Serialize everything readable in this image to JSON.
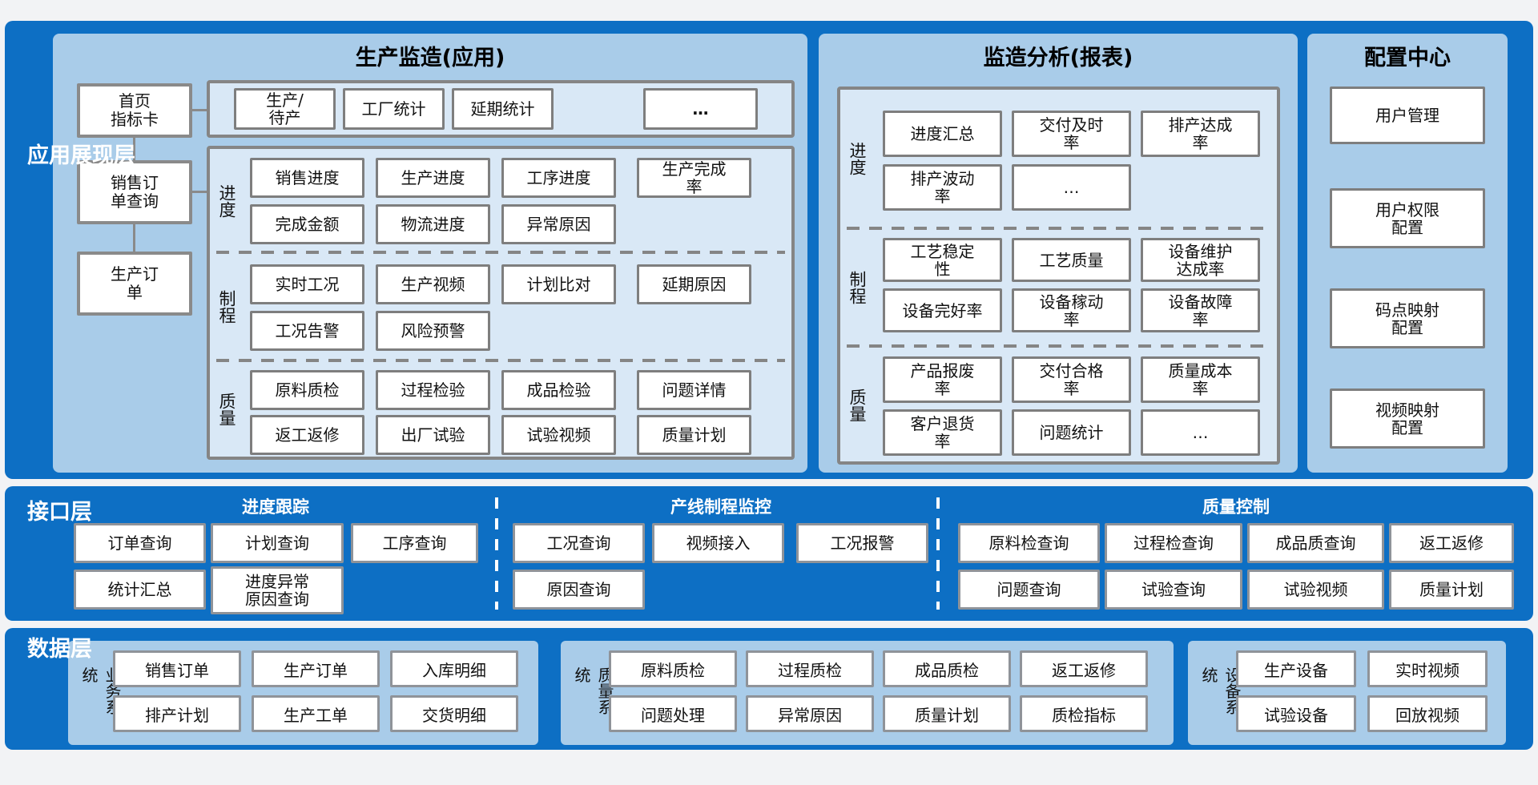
{
  "colors": {
    "band_blue": "#0d6fc4",
    "panel_light_blue": "#a9cce9",
    "subpanel_blue": "#d9e8f6",
    "box_border_gray": "#7e7e7e",
    "layer_label_white": "#ffffff"
  },
  "app_layer": {
    "label": "应用展现层",
    "cards": [
      "首页\n指标卡",
      "销售订\n单查询",
      "生产订\n单"
    ],
    "production_panel": {
      "title": "生产监造(应用)",
      "top_row": [
        "生产/\n待产",
        "工厂统计",
        "延期统计",
        "…"
      ],
      "sections": [
        {
          "label": "进度",
          "row1": [
            "销售进度",
            "生产进度",
            "工序进度",
            "生产完成\n率"
          ],
          "row2": [
            "完成金额",
            "物流进度",
            "异常原因"
          ]
        },
        {
          "label": "制程",
          "row1": [
            "实时工况",
            "生产视频",
            "计划比对",
            "延期原因"
          ],
          "row2": [
            "工况告警",
            "风险预警"
          ]
        },
        {
          "label": "质量",
          "row1": [
            "原料质检",
            "过程检验",
            "成品检验",
            "问题详情"
          ],
          "row2": [
            "返工返修",
            "出厂试验",
            "试验视频",
            "质量计划"
          ]
        }
      ]
    },
    "analysis_panel": {
      "title": "监造分析(报表)",
      "sections": [
        {
          "label": "进度",
          "row1": [
            "进度汇总",
            "交付及时\n率",
            "排产达成\n率"
          ],
          "row2": [
            "排产波动\n率",
            "…"
          ]
        },
        {
          "label": "制程",
          "row1": [
            "工艺稳定\n性",
            "工艺质量",
            "设备维护\n达成率"
          ],
          "row2": [
            "设备完好率",
            "设备稼动\n率",
            "设备故障\n率"
          ]
        },
        {
          "label": "质量",
          "row1": [
            "产品报废\n率",
            "交付合格\n率",
            "质量成本\n率"
          ],
          "row2": [
            "客户退货\n率",
            "问题统计",
            "…"
          ]
        }
      ]
    },
    "config_panel": {
      "title": "配置中心",
      "items": [
        "用户管理",
        "用户权限\n配置",
        "码点映射\n配置",
        "视频映射\n配置"
      ]
    }
  },
  "interface_layer": {
    "label": "接口层",
    "groups": [
      {
        "title": "进度跟踪",
        "row1": [
          "订单查询",
          "计划查询",
          "工序查询"
        ],
        "row2": [
          "统计汇总",
          "进度异常\n原因查询"
        ]
      },
      {
        "title": "产线制程监控",
        "row1": [
          "工况查询",
          "视频接入",
          "工况报警"
        ],
        "row2": [
          "原因查询"
        ]
      },
      {
        "title": "质量控制",
        "row1": [
          "原料检查询",
          "过程检查询",
          "成品质查询",
          "返工返修"
        ],
        "row2": [
          "问题查询",
          "试验查询",
          "试验视频",
          "质量计划"
        ]
      }
    ]
  },
  "data_layer": {
    "label": "数据层",
    "groups": [
      {
        "label": "业务系统",
        "row1": [
          "销售订单",
          "生产订单",
          "入库明细"
        ],
        "row2": [
          "排产计划",
          "生产工单",
          "交货明细"
        ]
      },
      {
        "label": "质量系统",
        "row1": [
          "原料质检",
          "过程质检",
          "成品质检",
          "返工返修"
        ],
        "row2": [
          "问题处理",
          "异常原因",
          "质量计划",
          "质检指标"
        ]
      },
      {
        "label": "设备系统",
        "row1": [
          "生产设备",
          "实时视频"
        ],
        "row2": [
          "试验设备",
          "回放视频"
        ]
      }
    ]
  }
}
